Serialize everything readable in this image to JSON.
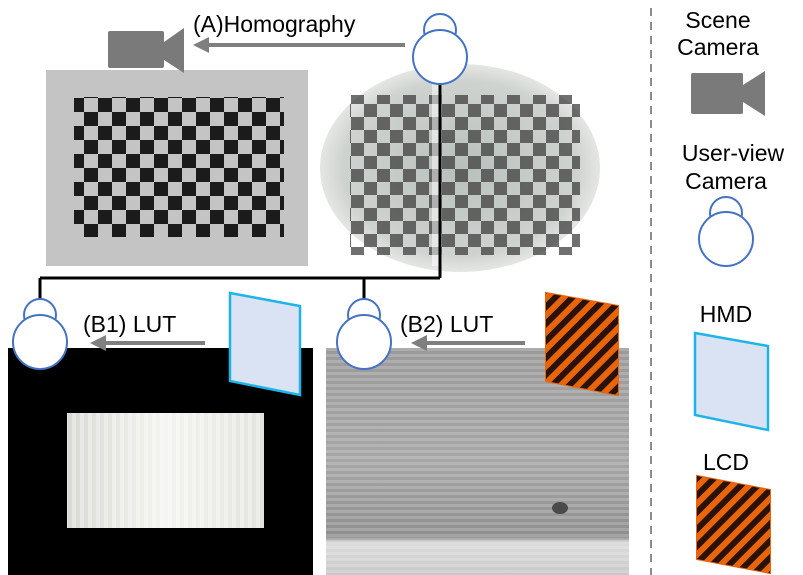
{
  "labels": {
    "homography": "(A)Homography",
    "lut_b1": "(B1) LUT",
    "lut_b2": "(B2) LUT"
  },
  "legend": {
    "scene_camera": [
      "Scene",
      "Camera"
    ],
    "user_view_camera": [
      "User-view",
      "Camera"
    ],
    "hmd": "HMD",
    "lcd": "LCD"
  },
  "colors": {
    "arrow": "#7f7f7f",
    "eye_stroke": "#4472c4",
    "hmd_fill": "#dae3f3",
    "hmd_stroke": "#1fb4e8",
    "lcd_fill": "#e8650c",
    "lcd_stripe": "#2b1208",
    "camera": "#7a7a7a",
    "divider": "#8c8c8c"
  }
}
